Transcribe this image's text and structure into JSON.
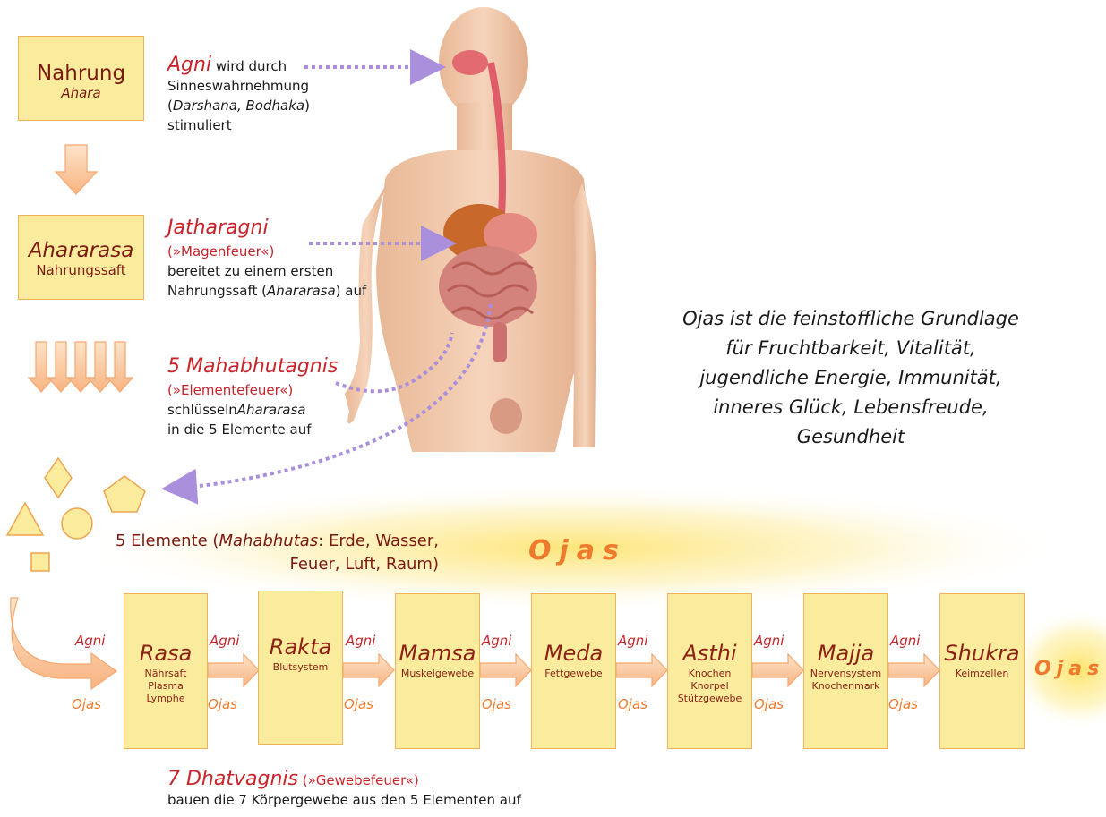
{
  "colors": {
    "box_fill": "#fbec9d",
    "box_border": "#f0b35a",
    "dark_red": "#7a1a10",
    "red": "#c8242a",
    "orange": "#ee7a2d",
    "purple": "#a98fdc"
  },
  "food": {
    "title": "Nahrung",
    "sub": "Ahara"
  },
  "juice": {
    "title": "Ahararasa",
    "sub": "Nahrungssaft"
  },
  "agni_text": {
    "head": "Agni",
    "rest": "wird durch",
    "line2": "Sinneswahrnehmung",
    "line3_open": "(",
    "line3_italic": "Darshana, Bodhaka",
    "line3_close": ")",
    "line4": "stimuliert"
  },
  "jatharagni_text": {
    "head": "Jatharagni",
    "sub": "(»Magenfeuer«)",
    "line3": "bereitet zu einem ersten",
    "line4_a": "Nahrungssaft (",
    "line4_italic": "Ahararasa",
    "line4_b": ") auf"
  },
  "mahabhutagnis_text": {
    "head": "5 Mahabhutagnis",
    "sub": "(»Elementefeuer«)",
    "line3_a": "schlüsseln",
    "line3_italic": "Ahararasa",
    "line4": "in die 5 Elemente auf"
  },
  "elements_text": {
    "line1_a": "5 Elemente (",
    "line1_italic": "Mahabhutas",
    "line1_b": ": Erde, Wasser,",
    "line2": "Feuer, Luft, Raum)"
  },
  "quote": [
    "Ojas ist die feinstoffliche Grundlage",
    "für Fruchtbarkeit, Vitalität,",
    "jugendliche Energie, Immunität,",
    "inneres Glück, Lebensfreude,",
    "Gesundheit"
  ],
  "ojas_big": "Ojas",
  "ojas_end": "Ojas",
  "agni_label": "Agni",
  "ojas_label": "Ojas",
  "tissues": [
    {
      "name": "Rasa",
      "desc": "Nährsaft\nPlasma\nLymphe"
    },
    {
      "name": "Rakta",
      "desc": "Blutsystem"
    },
    {
      "name": "Mamsa",
      "desc": "Muskelgewebe"
    },
    {
      "name": "Meda",
      "desc": "Fettgewebe"
    },
    {
      "name": "Asthi",
      "desc": "Knochen\nKnorpel\nStützgewebe"
    },
    {
      "name": "Majja",
      "desc": "Nervensystem\nKnochenmark"
    },
    {
      "name": "Shukra",
      "desc": "Keimzellen"
    }
  ],
  "dhatvagnis_text": {
    "head": "7 Dhatvagnis",
    "sub": "(»Gewebefeuer«)",
    "line2": "bauen die 7 Körpergewebe aus den 5 Elementen auf"
  },
  "icons": {
    "body": "human-body-illustration",
    "down_arrow": "down-arrow-icon",
    "right_arrow": "right-arrow-icon"
  }
}
